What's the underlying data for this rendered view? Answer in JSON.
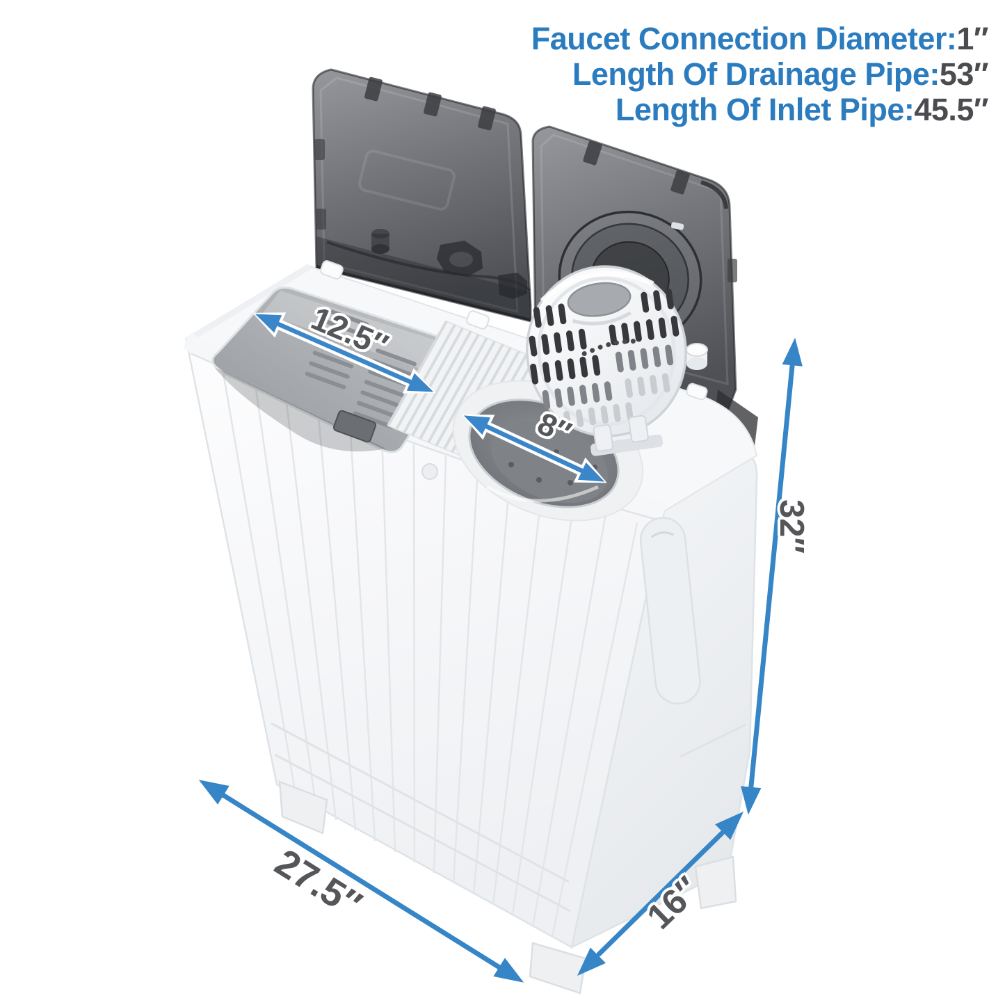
{
  "specs": [
    {
      "label": "Faucet Connection Diameter:",
      "value": "1″"
    },
    {
      "label": "Length Of Drainage Pipe:",
      "value": "53″"
    },
    {
      "label": "Length Of Inlet Pipe:",
      "value": "45.5″"
    }
  ],
  "dimensions": {
    "wash_tub_width": "12.5″",
    "spin_tub_width": "8″",
    "height": "32″",
    "width": "27.5″",
    "depth": "16″"
  },
  "colors": {
    "spec_label_blue": "#2b7cbf",
    "spec_value_gray": "#4b4c50",
    "arrow_blue": "#3585c7",
    "dim_label_gray": "#55565a",
    "body_white": "#f7f8fa",
    "lid_smoke": "#5c5e63"
  }
}
